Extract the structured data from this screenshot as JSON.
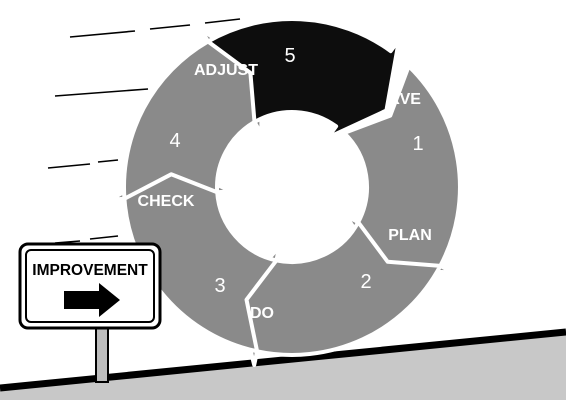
{
  "diagram": {
    "steps": [
      {
        "number": "1",
        "label": "OBSERVE"
      },
      {
        "number": "2",
        "label": "PLAN"
      },
      {
        "number": "3",
        "label": "DO"
      },
      {
        "number": "4",
        "label": "CHECK"
      },
      {
        "number": "5",
        "label": "ADJUST"
      }
    ],
    "highlighted_step": "5",
    "colors": {
      "segment": "#8a8a8a",
      "highlight": "#0d0d0d",
      "ground": "#c8c8c8",
      "outline": "#ffffff"
    }
  },
  "sign": {
    "text": "IMPROVEMENT",
    "arrow_icon": "right-arrow-icon"
  }
}
